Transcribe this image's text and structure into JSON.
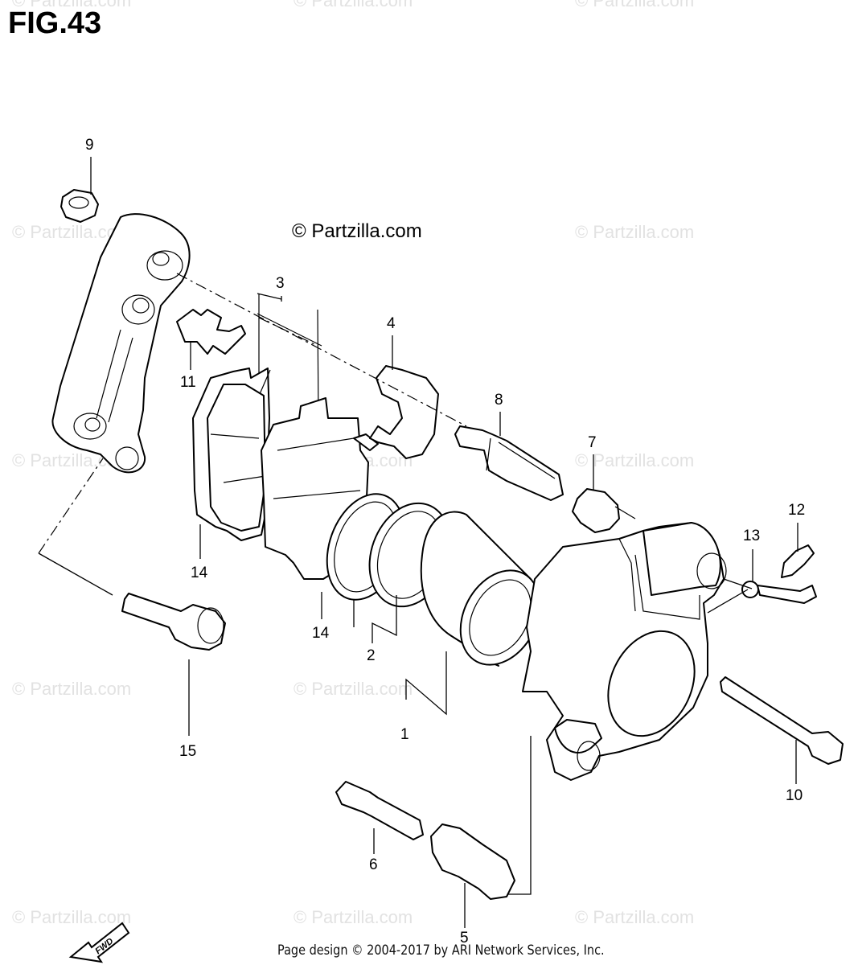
{
  "figure": {
    "title": "FIG.43"
  },
  "copyright": "© Partzilla.com",
  "watermark": "© Partzilla.com",
  "footer": "Page design © 2004-2017 by ARI Network Services, Inc.",
  "fwd_label": "FWD",
  "callouts": [
    "9",
    "3",
    "4",
    "11",
    "8",
    "7",
    "12",
    "13",
    "14",
    "14",
    "2",
    "1",
    "15",
    "10",
    "6",
    "5"
  ]
}
